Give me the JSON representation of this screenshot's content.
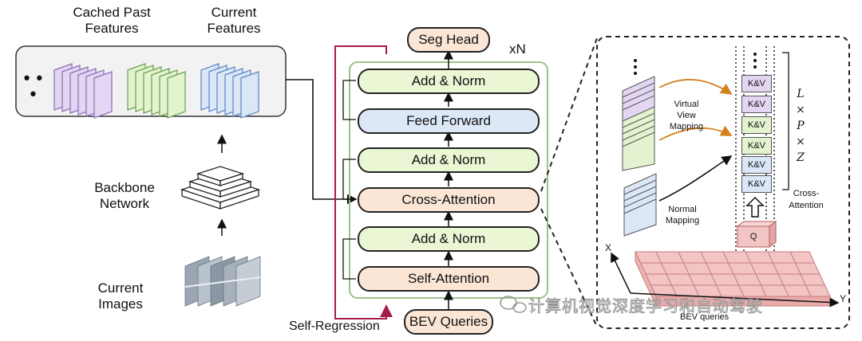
{
  "left": {
    "ellipsis": "• • •",
    "cached_label": "Cached Past\nFeatures",
    "current_label": "Current\nFeatures",
    "backbone_label": "Backbone\nNetwork",
    "images_label": "Current\nImages"
  },
  "transformer": {
    "seg_head": "Seg Head",
    "repeat": "xN",
    "blocks": [
      "Add & Norm",
      "Feed Forward",
      "Add & Norm",
      "Cross-Attention",
      "Add & Norm",
      "Self-Attention"
    ],
    "bev_queries": "BEV Queries",
    "self_regression": "Self-Regression"
  },
  "detail": {
    "virtual_mapping": "Virtual\nView\nMapping",
    "normal_mapping": "Normal\nMapping",
    "kv_label": "K&V",
    "q_label": "Q",
    "dims": "L\n×\nP\n×\nZ",
    "cross_attention": "Cross-\nAttention",
    "axis_x": "X",
    "axis_y": "Y",
    "bev_queries_label": "BEV queries"
  },
  "watermark": "计算机视觉深度学习和自动驾驶",
  "colors": {
    "green": "#eaf6d4",
    "blue": "#dde8f7",
    "peach": "#fbe6d6",
    "purple": "#e3d6f2",
    "crimson": "#a51d45",
    "orange": "#d4821f",
    "bev_pink": "#f2c4c4"
  }
}
